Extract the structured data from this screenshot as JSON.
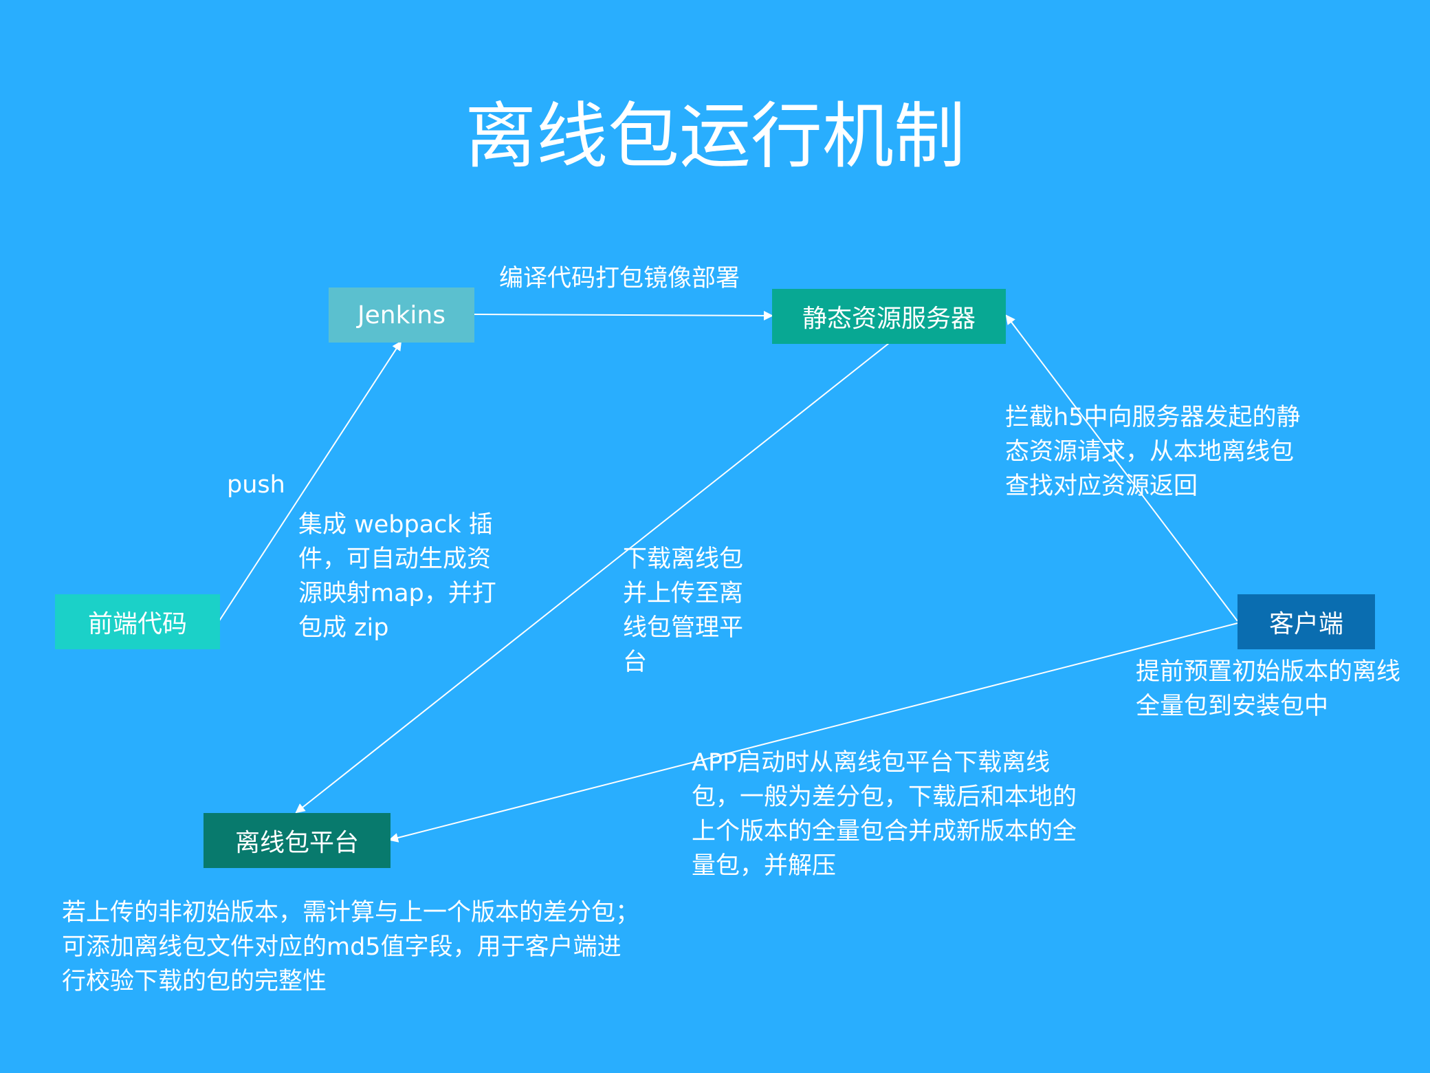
{
  "title": "离线包运行机制",
  "nodes": {
    "jenkins": {
      "label": "Jenkins",
      "color": "#5bc0cf"
    },
    "static_server": {
      "label": "静态资源服务器",
      "color": "#08a893"
    },
    "frontend_code": {
      "label": "前端代码",
      "color": "#1bd1c8"
    },
    "client": {
      "label": "客户端",
      "color": "#0a6db0"
    },
    "offline_platform": {
      "label": "离线包平台",
      "color": "#087a6d"
    }
  },
  "annotations": {
    "compile_deploy": "编译代码打包镜像部署",
    "push": "push",
    "webpack_plugin": "集成 webpack 插\n件，可自动生成资\n源映射map，并打\n包成 zip",
    "download_upload": "下载离线包\n并上传至离\n线包管理平\n台",
    "intercept": "拦截h5中向服务器发起的静\n态资源请求，从本地离线包\n查找对应资源返回",
    "preset": "提前预置初始版本的离线\n全量包到安装包中",
    "app_start": "APP启动时从离线包平台下载离线\n包，一般为差分包，下载后和本地的\n上个版本的全量包合并成新版本的全\n量包，并解压",
    "platform_note": "若上传的非初始版本，需计算与上一个版本的差分包；\n可添加离线包文件对应的md5值字段，用于客户端进\n行校验下载的包的完整性"
  },
  "edge_color": "#ffffff"
}
